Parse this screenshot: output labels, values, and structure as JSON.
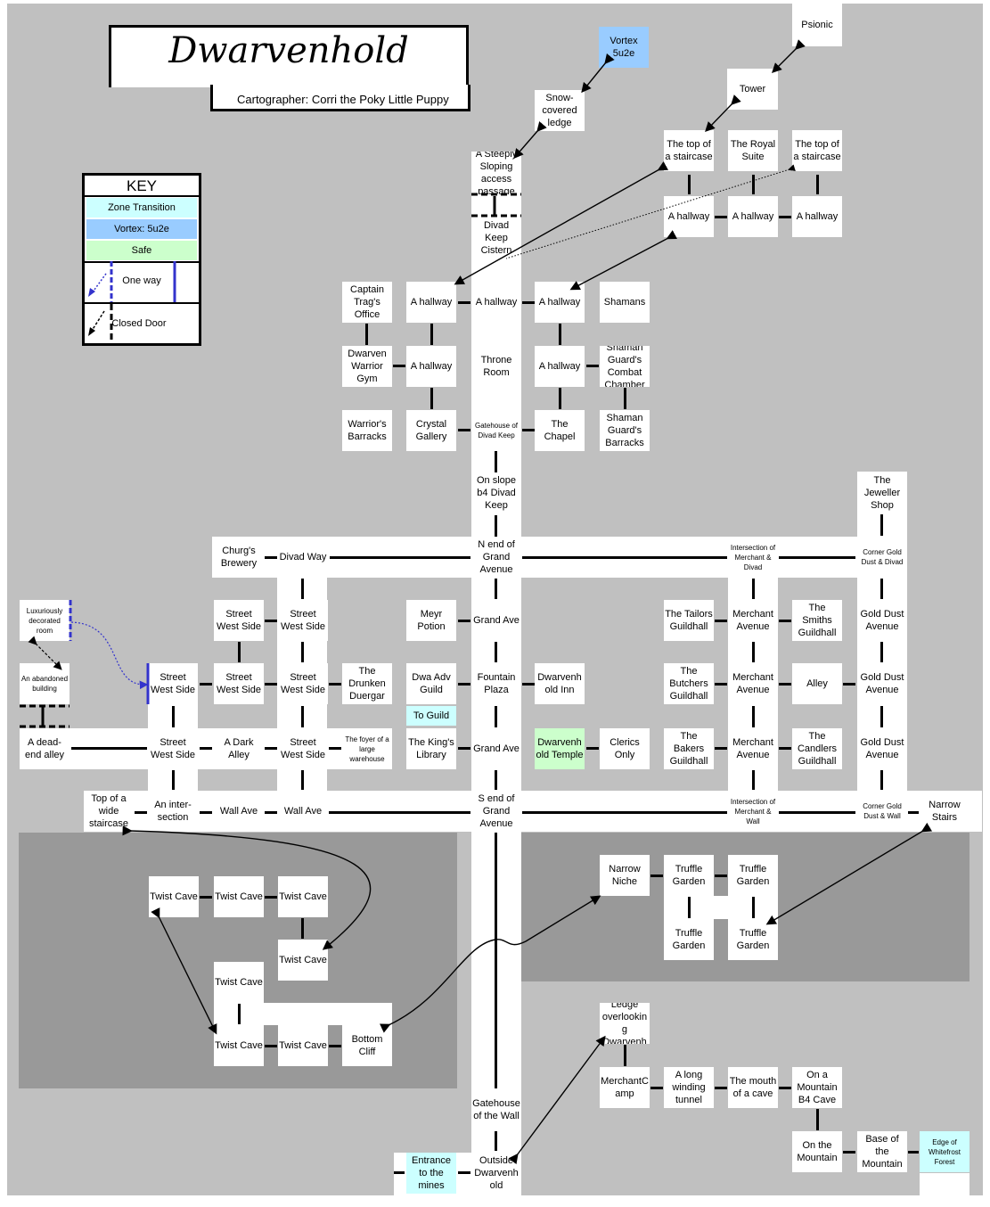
{
  "header": {
    "title": "Dwarvenhold",
    "cartographer": "Cartographer: Corri the Poky Little Puppy"
  },
  "key": {
    "title": "KEY",
    "zone_transition": "Zone Transition",
    "vortex": "Vortex: 5u2e",
    "safe": "Safe",
    "one_way": "One way",
    "closed_door": "Closed Door"
  },
  "colors": {
    "background": "#c0c0c0",
    "cave": "#999999",
    "zone_transition": "#ccffff",
    "vortex": "#99ccff",
    "safe": "#ccffcc",
    "one_way": "#3333cc"
  },
  "rooms": {
    "psionic": "Psionic",
    "vortex": "Vortex\n5u2e",
    "tower": "Tower",
    "snow_ledge": "Snow-\ncovered\nledge",
    "royal_stair_left": "The top of\na staircase",
    "royal_suite": "The Royal\nSuite",
    "royal_stair_right": "The top of\na staircase",
    "royal_hall_1": "A hallway",
    "royal_hall_2": "A hallway",
    "royal_hall_3": "A hallway",
    "steep_passage": "A Steeply\nSloping\naccess\npassage",
    "cistern": "Divad\nKeep\nCistern",
    "trag_office": "Captain\nTrag's\nOffice",
    "keep_hall_1": "A hallway",
    "keep_hall_2": "A hallway",
    "keep_hall_3": "A hallway",
    "shamans": "Shamans",
    "warrior_gym": "Dwarven\nWarrior\nGym",
    "keep_hall_w": "A hallway",
    "throne_room": "Throne\nRoom",
    "keep_hall_e": "A hallway",
    "shaman_combat": "Shaman\nGuard's\nCombat\nChamber",
    "warrior_barracks": "Warrior's\nBarracks",
    "crystal_gallery": "Crystal\nGallery",
    "gatehouse_keep": "Gatehouse of\nDivad Keep",
    "chapel": "The\nChapel",
    "shaman_barracks": "Shaman\nGuard's\nBarracks",
    "slope_keep": "On slope\nb4 Divad\nKeep",
    "jeweller": "The\nJeweller\nShop",
    "churg": "Churg's\nBrewery",
    "divad_way": "Divad Way",
    "n_grand": "N end of\nGrand\nAvenue",
    "merchant_divad": "Intersection of\nMerchant &\nDivad",
    "gold_divad": "Corner Gold\nDust & Divad",
    "lux_room": "Luxuriously\ndecorated\nroom",
    "sws_1": "Street\nWest Side",
    "sws_2": "Street\nWest Side",
    "meyr": "Meyr\nPotion",
    "grand_ave_1": "Grand Ave",
    "tailors": "The Tailors\nGuildhall",
    "merchant_1": "Merchant\nAvenue",
    "smiths": "The\nSmiths\nGuildhall",
    "golddust_1": "Gold Dust\nAvenue",
    "abandoned": "An abandoned\nbuilding",
    "sws_3": "Street\nWest Side",
    "sws_4": "Street\nWest Side",
    "sws_5": "Street\nWest Side",
    "duergar": "The\nDrunken\nDuergar",
    "dwa_adv": "Dwa Adv\nGuild",
    "fountain": "Fountain\nPlaza",
    "dwarven_inn": "Dwarvenh\nold Inn",
    "butchers": "The\nButchers\nGuildhall",
    "merchant_2": "Merchant\nAvenue",
    "alley": "Alley",
    "golddust_2": "Gold Dust\nAvenue",
    "to_guild": "To Guild",
    "dead_end": "A dead-\nend alley",
    "sws_6": "Street\nWest Side",
    "dark_alley": "A Dark\nAlley",
    "sws_7": "Street\nWest Side",
    "foyer": "The foyer of a\nlarge\nwarehouse",
    "kings_library": "The King's\nLibrary",
    "grand_ave_2": "Grand Ave",
    "temple": "Dwarvenh\nold Temple",
    "clerics": "Clerics\nOnly",
    "bakers": "The\nBakers\nGuildhall",
    "merchant_3": "Merchant\nAvenue",
    "candlers": "The\nCandlers\nGuildhall",
    "golddust_3": "Gold Dust\nAvenue",
    "top_wide_stair": "Top of a\nwide\nstaircase",
    "intersection": "An inter-\nsection",
    "wall_ave_1": "Wall Ave",
    "wall_ave_2": "Wall Ave",
    "s_grand": "S end of\nGrand\nAvenue",
    "merchant_wall": "Intersection of\nMerchant &\nWall",
    "gold_wall": "Corner Gold\nDust & Wall",
    "narrow_stairs": "Narrow\nStairs",
    "twist_1": "Twist Cave",
    "twist_2": "Twist Cave",
    "twist_3": "Twist Cave",
    "twist_4": "Twist Cave",
    "twist_5": "Twist Cave",
    "twist_6": "Twist Cave",
    "twist_7": "Twist Cave",
    "bottom_cliff": "Bottom\nCliff",
    "narrow_niche": "Narrow\nNiche",
    "truffle_1": "Truffle\nGarden",
    "truffle_2": "Truffle\nGarden",
    "truffle_3": "Truffle\nGarden",
    "truffle_4": "Truffle\nGarden",
    "ledge_overlook": "Ledge\noverlookin\ng\nDwarvenh",
    "merchant_camp": "MerchantC\namp",
    "winding_tunnel": "A long\nwinding\ntunnel",
    "cave_mouth": "The mouth\nof a cave",
    "on_mtn_b4": "On a\nMountain\nB4 Cave",
    "gatehouse_wall": "Gatehouse\nof the Wall",
    "entrance_mines": "Entrance\nto the\nmines",
    "outside": "Outside\nDwarvenh\nold",
    "on_mountain": "On the\nMountain",
    "base_mountain": "Base of\nthe\nMountain",
    "whitefrost": "Edge of\nWhitefrost\nForest"
  }
}
